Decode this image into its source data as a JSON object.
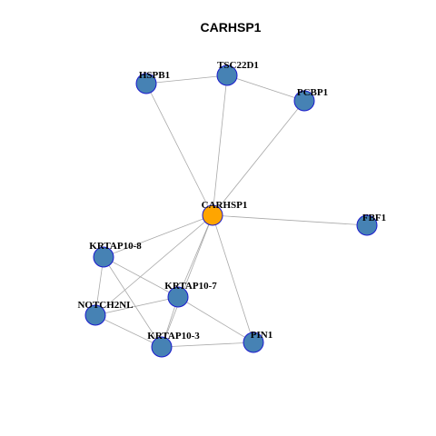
{
  "title": "CARHSP1",
  "nodes": [
    {
      "id": "CARHSP1",
      "label": "CARHSP1",
      "role": "center"
    },
    {
      "id": "HSPB1",
      "label": "HSPB1",
      "role": "neighbor"
    },
    {
      "id": "TSC22D1",
      "label": "TSC22D1",
      "role": "neighbor"
    },
    {
      "id": "PCBP1",
      "label": "PCBP1",
      "role": "neighbor"
    },
    {
      "id": "FBF1",
      "label": "FBF1",
      "role": "neighbor"
    },
    {
      "id": "KRTAP10-8",
      "label": "KRTAP10-8",
      "role": "neighbor"
    },
    {
      "id": "KRTAP10-7",
      "label": "KRTAP10-7",
      "role": "neighbor"
    },
    {
      "id": "NOTCH2NL",
      "label": "NOTCH2NL",
      "role": "neighbor"
    },
    {
      "id": "KRTAP10-3",
      "label": "KRTAP10-3",
      "role": "neighbor"
    },
    {
      "id": "PIN1",
      "label": "PIN1",
      "role": "neighbor"
    }
  ],
  "edges": [
    [
      "HSPB1",
      "TSC22D1"
    ],
    [
      "TSC22D1",
      "PCBP1"
    ],
    [
      "HSPB1",
      "CARHSP1"
    ],
    [
      "TSC22D1",
      "CARHSP1"
    ],
    [
      "PCBP1",
      "CARHSP1"
    ],
    [
      "CARHSP1",
      "FBF1"
    ],
    [
      "CARHSP1",
      "KRTAP10-8"
    ],
    [
      "CARHSP1",
      "KRTAP10-7"
    ],
    [
      "CARHSP1",
      "NOTCH2NL"
    ],
    [
      "CARHSP1",
      "KRTAP10-3"
    ],
    [
      "CARHSP1",
      "PIN1"
    ],
    [
      "KRTAP10-8",
      "KRTAP10-7"
    ],
    [
      "KRTAP10-8",
      "NOTCH2NL"
    ],
    [
      "KRTAP10-8",
      "KRTAP10-3"
    ],
    [
      "NOTCH2NL",
      "KRTAP10-7"
    ],
    [
      "NOTCH2NL",
      "KRTAP10-3"
    ],
    [
      "KRTAP10-7",
      "KRTAP10-3"
    ],
    [
      "KRTAP10-7",
      "PIN1"
    ],
    [
      "KRTAP10-3",
      "PIN1"
    ]
  ],
  "colors": {
    "center_fill": "#ffa500",
    "neighbor_fill": "#4682b4",
    "node_border": "#1a1acd",
    "edge": "#a9a9a9",
    "background": "#ffffff"
  }
}
